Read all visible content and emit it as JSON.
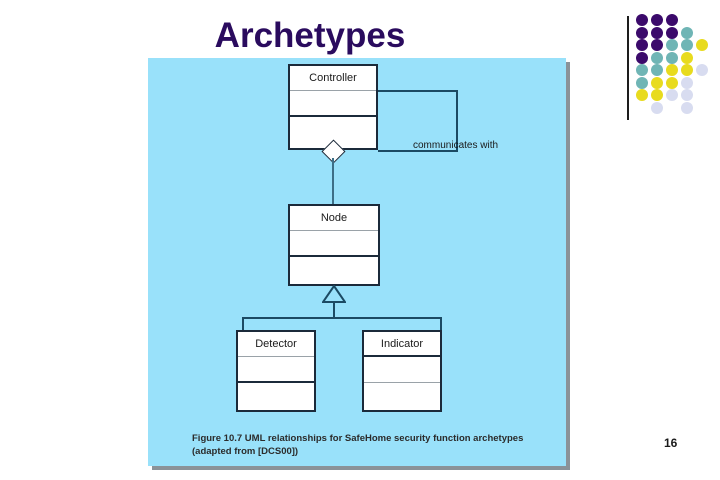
{
  "slide": {
    "title": "Archetypes",
    "page_number": "16",
    "title_color": "#2A0B5E",
    "panel_color": "#99E1FA"
  },
  "figure": {
    "caption_line1": "Figure 10.7  UML relationships for SafeHome security function archetypes",
    "caption_line2": "(adapted from [DCS00])",
    "association_label": "communicates with",
    "classes": [
      {
        "name": "Controller"
      },
      {
        "name": "Node"
      },
      {
        "name": "Detector"
      },
      {
        "name": "Indicator"
      }
    ]
  },
  "decoration": {
    "dot_colors": {
      "purple": "#3B0A6B",
      "teal": "#6FB5B5",
      "yellow": "#E8DB1E",
      "lavender": "#D8DCF0"
    },
    "dots": [
      {
        "c": 0,
        "r": 0,
        "color": "#3B0A6B"
      },
      {
        "c": 1,
        "r": 0,
        "color": "#3B0A6B"
      },
      {
        "c": 2,
        "r": 0,
        "color": "#3B0A6B"
      },
      {
        "c": 0,
        "r": 1,
        "color": "#3B0A6B"
      },
      {
        "c": 1,
        "r": 1,
        "color": "#3B0A6B"
      },
      {
        "c": 2,
        "r": 1,
        "color": "#3B0A6B"
      },
      {
        "c": 3,
        "r": 1,
        "color": "#6FB5B5"
      },
      {
        "c": 0,
        "r": 2,
        "color": "#3B0A6B"
      },
      {
        "c": 1,
        "r": 2,
        "color": "#3B0A6B"
      },
      {
        "c": 2,
        "r": 2,
        "color": "#6FB5B5"
      },
      {
        "c": 3,
        "r": 2,
        "color": "#6FB5B5"
      },
      {
        "c": 4,
        "r": 2,
        "color": "#E8DB1E"
      },
      {
        "c": 0,
        "r": 3,
        "color": "#3B0A6B"
      },
      {
        "c": 1,
        "r": 3,
        "color": "#6FB5B5"
      },
      {
        "c": 2,
        "r": 3,
        "color": "#6FB5B5"
      },
      {
        "c": 3,
        "r": 3,
        "color": "#E8DB1E"
      },
      {
        "c": 0,
        "r": 4,
        "color": "#6FB5B5"
      },
      {
        "c": 1,
        "r": 4,
        "color": "#6FB5B5"
      },
      {
        "c": 2,
        "r": 4,
        "color": "#E8DB1E"
      },
      {
        "c": 3,
        "r": 4,
        "color": "#E8DB1E"
      },
      {
        "c": 4,
        "r": 4,
        "color": "#D8DCF0"
      },
      {
        "c": 0,
        "r": 5,
        "color": "#6FB5B5"
      },
      {
        "c": 1,
        "r": 5,
        "color": "#E8DB1E"
      },
      {
        "c": 2,
        "r": 5,
        "color": "#E8DB1E"
      },
      {
        "c": 3,
        "r": 5,
        "color": "#D8DCF0"
      },
      {
        "c": 0,
        "r": 6,
        "color": "#E8DB1E"
      },
      {
        "c": 1,
        "r": 6,
        "color": "#E8DB1E"
      },
      {
        "c": 2,
        "r": 6,
        "color": "#D8DCF0"
      },
      {
        "c": 3,
        "r": 6,
        "color": "#D8DCF0"
      },
      {
        "c": 1,
        "r": 7,
        "color": "#D8DCF0"
      },
      {
        "c": 3,
        "r": 7,
        "color": "#D8DCF0"
      }
    ]
  }
}
